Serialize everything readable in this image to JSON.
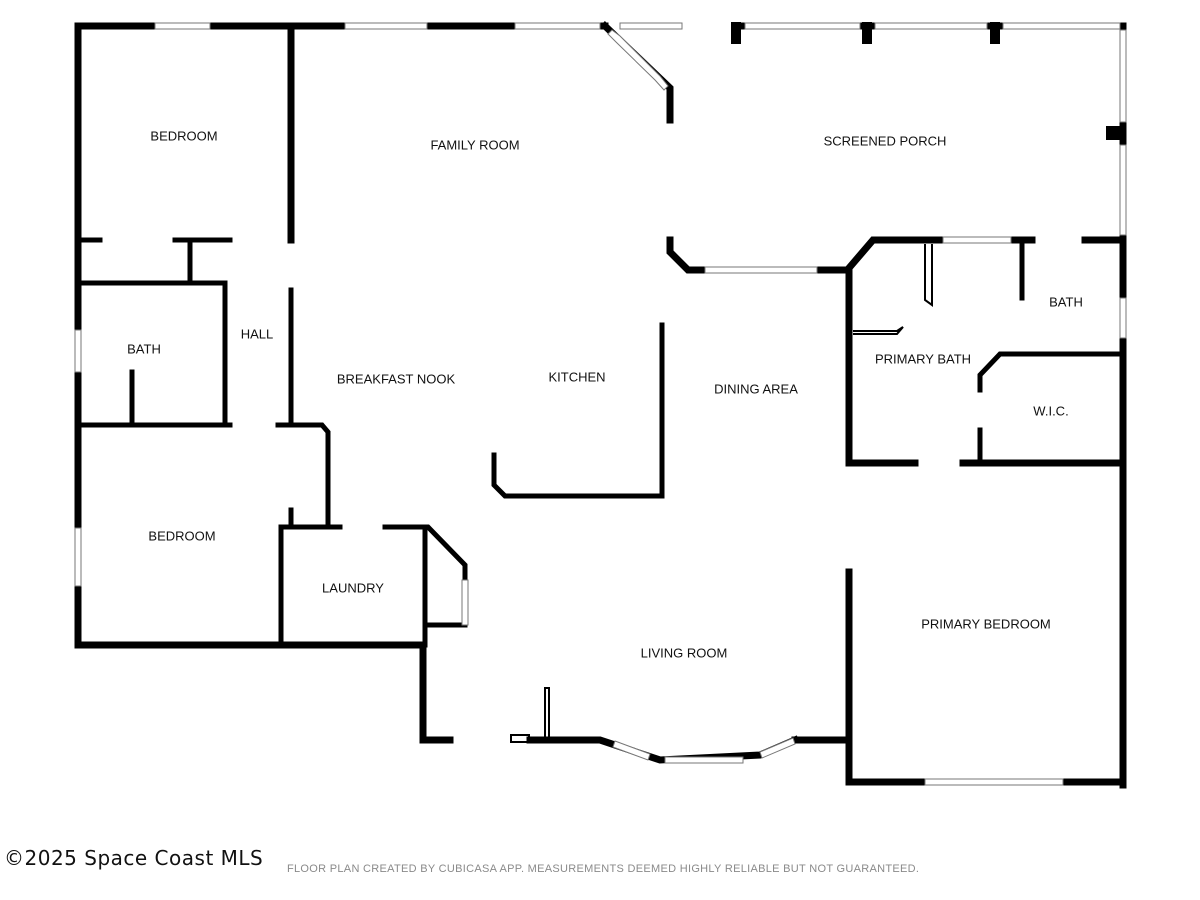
{
  "rooms": {
    "bedroom_top": "BEDROOM",
    "family_room": "FAMILY ROOM",
    "screened_porch": "SCREENED PORCH",
    "bath_left": "BATH",
    "hall": "HALL",
    "breakfast_nook": "BREAKFAST NOOK",
    "kitchen": "KITCHEN",
    "dining_area": "DINING AREA",
    "primary_bath": "PRIMARY BATH",
    "bath_right": "BATH",
    "wic": "W.I.C.",
    "bedroom_bottom": "BEDROOM",
    "laundry": "LAUNDRY",
    "living_room": "LIVING ROOM",
    "primary_bedroom": "PRIMARY BEDROOM"
  },
  "footer": {
    "copyright": "©2025 Space Coast MLS",
    "note": "FLOOR PLAN CREATED BY CUBICASA APP. MEASUREMENTS DEEMED HIGHLY RELIABLE BUT NOT GUARANTEED."
  }
}
